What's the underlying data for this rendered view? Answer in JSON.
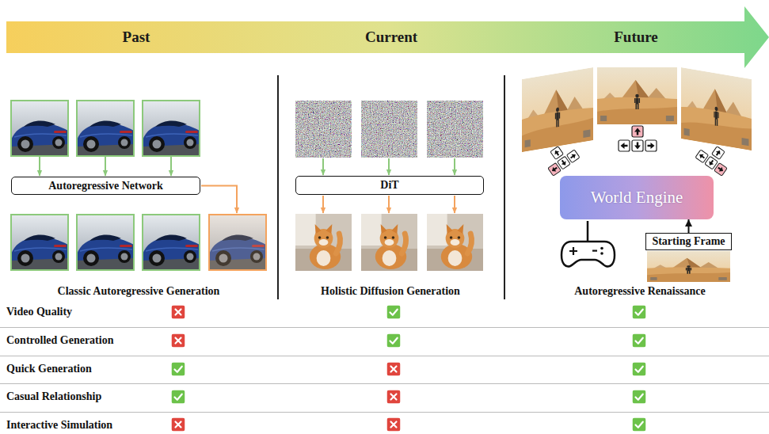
{
  "diagram": {
    "nodes": [
      {
        "text": [
          "Past",
          "Current",
          "Future"
        ]
      },
      {
        "text": [
          "Autoregressive Network"
        ]
      },
      {
        "text": [
          "DiT"
        ]
      },
      {
        "text": [
          "World Engine"
        ]
      },
      {
        "text": [
          "Starting Frame"
        ]
      }
    ],
    "edges": [
      {
        "from": 4,
        "to": 3,
        "arrow": "to"
      }
    ],
    "labels": [
      "Classic Autoregressive Generation",
      "Holistic Diffusion Generation",
      "Autoregressive Renaissance",
      "Video Quality",
      "Controlled Generation",
      "Quick Generation",
      "Casual Relationship",
      "Interactive Simulation"
    ]
  }
}
